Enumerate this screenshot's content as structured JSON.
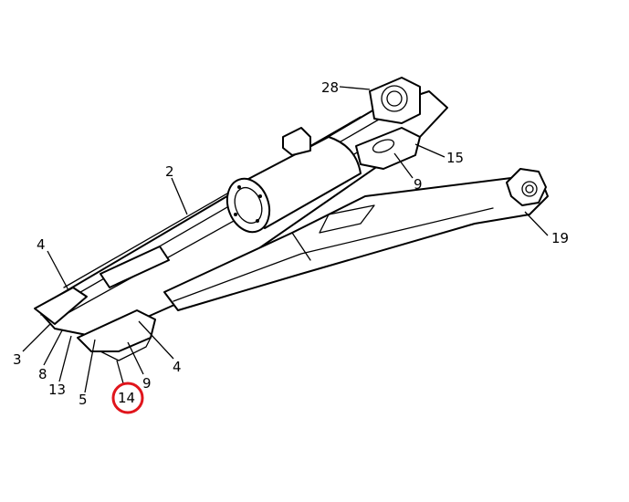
{
  "callouts": {
    "c28": "28",
    "c2": "2",
    "c15": "15",
    "c9a": "9",
    "c19": "19",
    "c4a": "4",
    "c3": "3",
    "c8": "8",
    "c13": "13",
    "c5": "5",
    "c14": "14",
    "c9b": "9",
    "c4b": "4"
  },
  "highlight_color": "#e0151c"
}
